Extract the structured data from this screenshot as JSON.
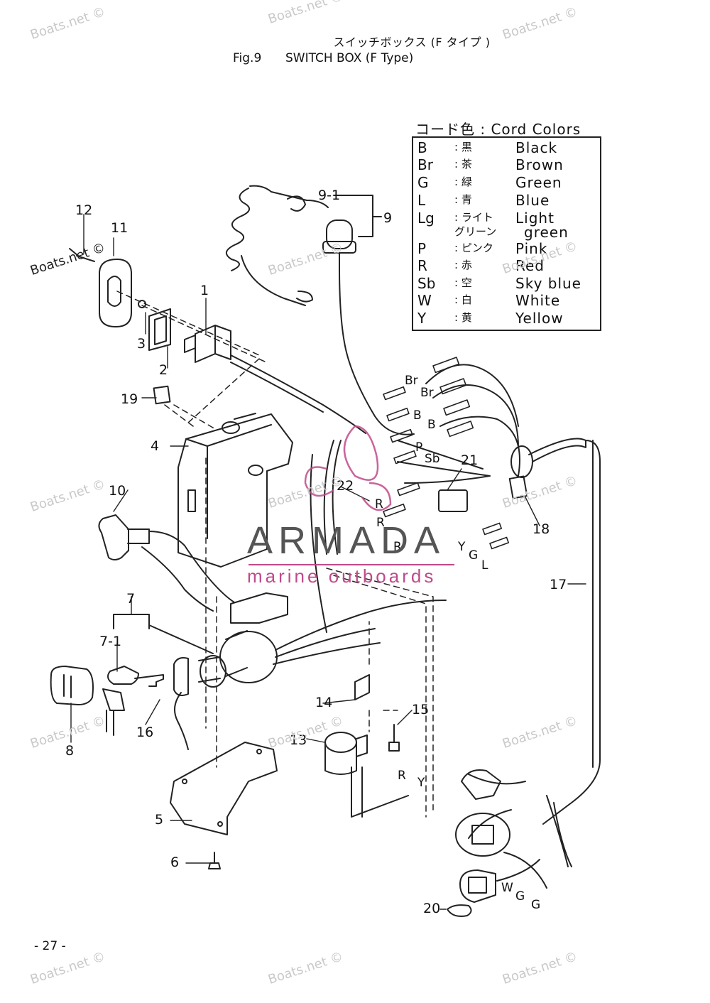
{
  "header": {
    "title_jp": "スイッチボックス (F タイプ )",
    "fig": "Fig.9",
    "title_en": "SWITCH BOX (F Type)"
  },
  "legend": {
    "title": "コード色 : Cord Colors",
    "rows": [
      {
        "code": "B",
        "jp": ": 黒",
        "en": "Black"
      },
      {
        "code": "Br",
        "jp": ": 茶",
        "en": "Brown"
      },
      {
        "code": "G",
        "jp": ": 緑",
        "en": "Green"
      },
      {
        "code": "L",
        "jp": ": 青",
        "en": "Blue"
      },
      {
        "code": "Lg",
        "jp": ": ライト",
        "en": "Light"
      },
      {
        "code": "",
        "jp": "グリーン",
        "en": "green"
      },
      {
        "code": "P",
        "jp": ": ピンク",
        "en": "Pink"
      },
      {
        "code": "R",
        "jp": ": 赤",
        "en": "Red"
      },
      {
        "code": "Sb",
        "jp": ": 空",
        "en": "Sky blue"
      },
      {
        "code": "W",
        "jp": ": 白",
        "en": "White"
      },
      {
        "code": "Y",
        "jp": ": 黄",
        "en": "Yellow"
      }
    ]
  },
  "parts": {
    "p1": "1",
    "p2": "2",
    "p3": "3",
    "p4": "4",
    "p5": "5",
    "p6": "6",
    "p7": "7",
    "p7_1": "7-1",
    "p8": "8",
    "p9": "9",
    "p9_1": "9-1",
    "p10": "10",
    "p11": "11",
    "p12": "12",
    "p13": "13",
    "p14": "14",
    "p15": "15",
    "p16": "16",
    "p17": "17",
    "p18": "18",
    "p19": "19",
    "p20": "20",
    "p21": "21",
    "p22": "22"
  },
  "wires": {
    "br1": "Br",
    "br2": "Br",
    "b1": "B",
    "b2": "B",
    "p": "P",
    "sb": "Sb",
    "r1": "R",
    "r2": "R",
    "r3": "R",
    "y1": "Y",
    "g1": "G",
    "l1": "L",
    "r4": "R",
    "y2": "Y",
    "w": "W",
    "g2": "G",
    "g3": "G"
  },
  "watermark": "Boats.net ©",
  "brand": {
    "name": "ARMADA",
    "sub": "marine outboards",
    "accent": "#c04a8a"
  },
  "page_number": "- 27 -"
}
